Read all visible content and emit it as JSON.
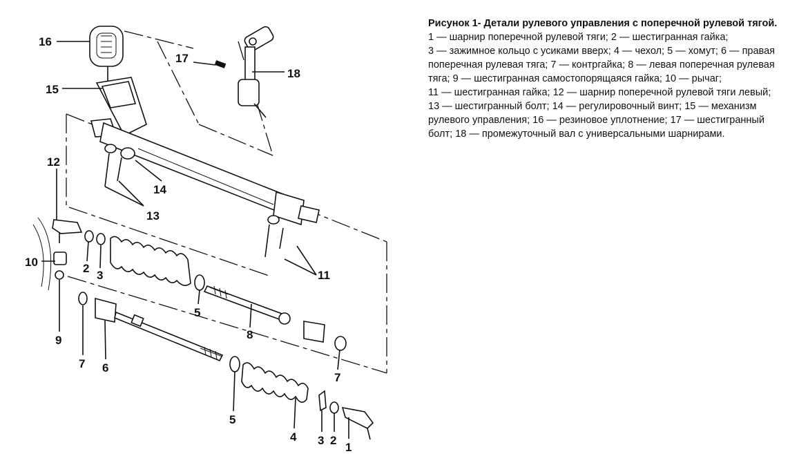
{
  "caption": {
    "title": "Рисунок 1- Детали рулевого управления с поперечной рулевой тягой.",
    "lines": [
      "1 — шарнир поперечной рулевой тяги; 2 — шестигранная гайка;",
      "3 — зажимное кольцо с усиками вверх; 4 — чехол; 5 — хомут; 6 — правая поперечная рулевая тяга; 7 — контргайка; 8 — левая поперечная рулевая тяга; 9 — шестигранная самостопорящаяся гайка; 10 — рычаг;",
      "11 — шестигранная гайка; 12 — шарнир поперечной рулевой тяги левый;",
      "13 — шестигранный болт; 14 — регулировочный винт; 15 — механизм рулевого управления; 16 — резиновое уплотнение; 17 — шестигранный болт; 18 — промежуточный вал с универсальными шарнирами."
    ]
  },
  "callouts": {
    "n16": "16",
    "n17": "17",
    "n18": "18",
    "n15": "15",
    "n14": "14",
    "n13": "13",
    "n12": "12",
    "n10": "10",
    "n2a": "2",
    "n3a": "3",
    "n9": "9",
    "n11": "11",
    "n5a": "5",
    "n8": "8",
    "n7a": "7",
    "n6": "6",
    "n7b": "7",
    "n5b": "5",
    "n4": "4",
    "n3b": "3",
    "n2b": "2",
    "n1": "1"
  }
}
